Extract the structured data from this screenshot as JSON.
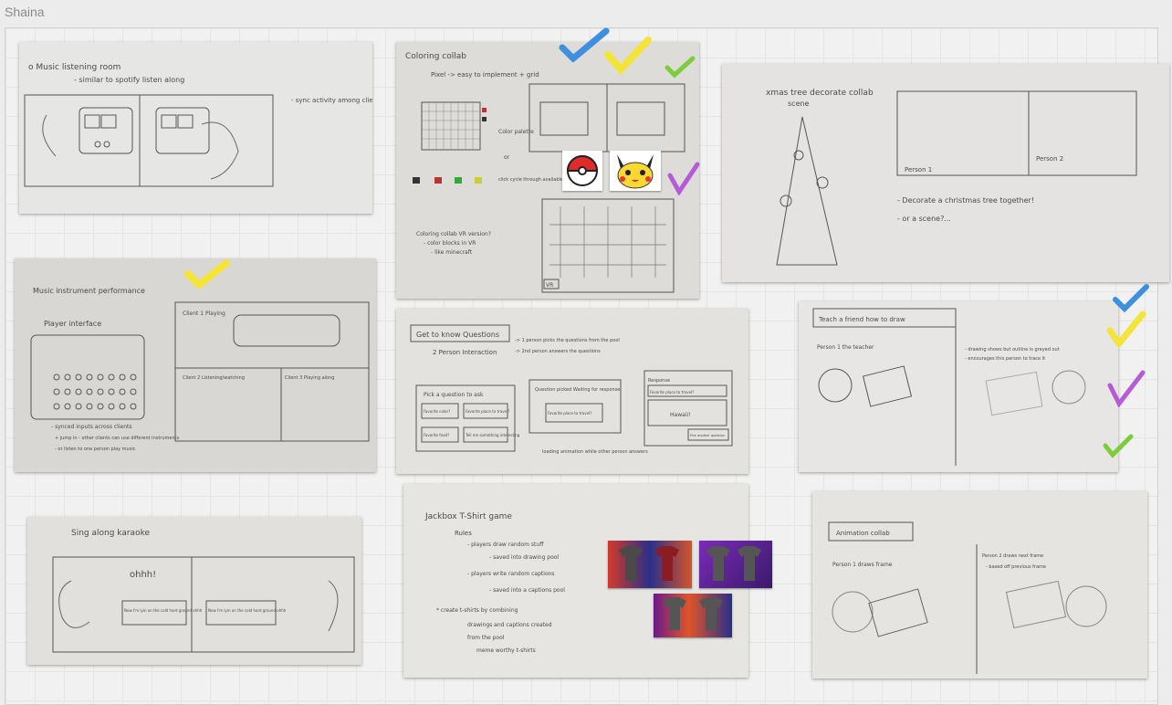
{
  "board": {
    "title": "Shaina"
  },
  "sketches": {
    "music_room": {
      "title": "o Music listening room",
      "note1": "- similar to spotify listen along",
      "note2": "- sync activity among clients"
    },
    "coloring": {
      "title": "Coloring collab",
      "note1": "Pixel -> easy to implement + grid",
      "note2": "Color palette",
      "note3": "or",
      "note4": "click cycle through available colors",
      "note5": "Coloring collab VR version?",
      "note6": "- color blocks in VR",
      "note7": "- like minecraft",
      "vr_label": "VR"
    },
    "xmas": {
      "title": "xmas tree decorate collab",
      "scene": "scene",
      "person1": "Person 1",
      "person2": "Person 2",
      "note1": "- Decorate a christmas tree together!",
      "note2": "- or a scene?..."
    },
    "instrument": {
      "title": "Music instrument performance",
      "player_label": "Player interface",
      "client1": "Client 1 Playing",
      "client2": "Client 2 Listening/watching",
      "client3": "Client 3 Playing along",
      "note1": "- synced inputs across clients",
      "note2": "+ jump in - other clients can use different instruments",
      "note3": "- or listen to one person play music"
    },
    "questions": {
      "title": "Get to know Questions",
      "sub": "2 Person Interaction",
      "rule1": "-> 1 person picks the questions from the pool",
      "rule2": "-> 2nd person answers the questions",
      "box1": "Pick a question to ask",
      "opt1": "Favorite color?",
      "opt2": "Favorite place to travel?",
      "opt3": "Favorite food?",
      "opt4": "Tell me something interesting",
      "box2": "Question picked Waiting for response",
      "box2q": "Favorite place to travel?",
      "box3": "Response",
      "box3q": "Favorite place to travel?",
      "box3a": "Hawaii!",
      "btn": "Pick another question",
      "loading": "loading animation while other person answers"
    },
    "teach": {
      "title": "Teach a friend how to draw",
      "person": "Person 1 the teacher",
      "note1": "- drawing shows but outline is greyed out",
      "note2": "- encourages this person to trace it"
    },
    "karaoke": {
      "title": "Sing along karaoke",
      "lyric1": "ohhh!",
      "caption1": "Now I'm lyin on the cold hard ground ohhh",
      "caption2": "Now I'm lyin on the cold hard ground ohhh"
    },
    "tshirt": {
      "title": "Jackbox T-Shirt game",
      "rules": "Rules",
      "r1": "- players draw random stuff",
      "r2": "- saved into drawing pool",
      "r3": "- players write random captions",
      "r4": "- saved into a captions pool",
      "r5": "* create t-shirts by combining",
      "r6": "drawings and captions created",
      "r7": "from the pool",
      "r8": "meme worthy t-shirts"
    },
    "animation": {
      "title": "Animation collab",
      "note1": "Person 1 draws frame",
      "note2": "Person 2 draws next frame",
      "note3": "- based off previous frame"
    }
  },
  "colors": {
    "check_blue": "#3d8fe0",
    "check_yellow": "#f4e43a",
    "check_green": "#7ccc3c",
    "check_purple": "#b55bd8"
  }
}
